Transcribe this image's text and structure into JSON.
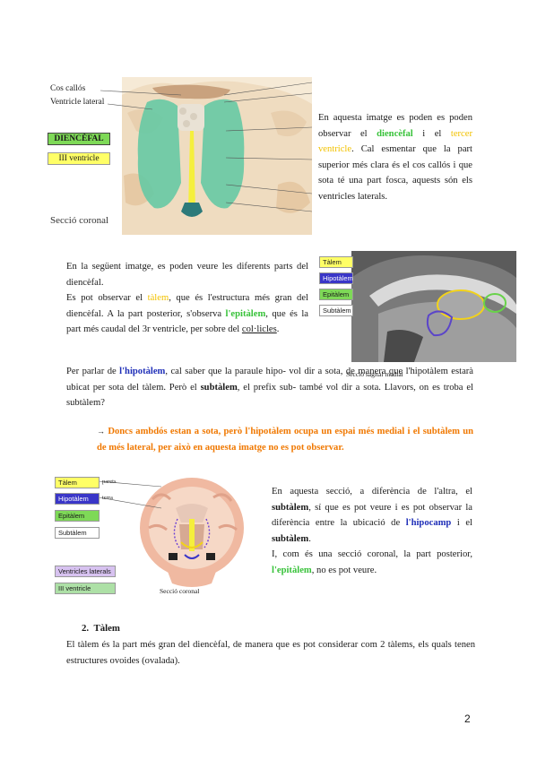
{
  "figure1": {
    "labels": {
      "cos_callos": "Cos callós",
      "ventricle_lateral": "Ventricle lateral",
      "diencefal": "DIENCÈFAL",
      "iii_ventricle": "III ventricle",
      "caption": "Secció coronal"
    },
    "colors": {
      "diencefal_box": "#7ed957",
      "ventricle_box": "#ffff66"
    }
  },
  "para1": {
    "t1": "En aquesta imatge es poden es poden observar el ",
    "diencefal": "diencèfal",
    "t2": " i el ",
    "tercer": "tercer ventricle",
    "t3": ". Cal esmentar que la part superior més clara és el cos callós i que sota té una part fosca, aquests són els ventricles laterals."
  },
  "figure2": {
    "tags": {
      "talem": "Tàlem",
      "hipotalem": "Hipotàlem",
      "epitalem": "Epitàlem",
      "subtalem": "Subtàlem"
    },
    "caption": "Secció sagital medial"
  },
  "para2": {
    "l1": "En la següent imatge, es poden veure les diferents parts del diencèfal.",
    "t1": "Es pot observar el ",
    "talem": "tàlem",
    "t2": ", que és l'estructura més gran del diencèfal. A la part posterior, s'observa ",
    "epitalem": "l'epitàlem",
    "t3": ", que és la part més caudal del 3r ventricle, per sobre del ",
    "colicles": "col·licles",
    "t4": "."
  },
  "para3": {
    "t1": "Per parlar de ",
    "hipotalem": "l'hipotàlem",
    "t2": ", cal saber que la paraule hipo- vol dir a sota, de manera que l'hipotàlem estarà ubicat per sota del tàlem. Però el ",
    "subtalem": "subtàlem",
    "t3": ", el prefix sub- també vol dir a sota. Llavors, on es troba el subtàlem?"
  },
  "answer": {
    "arrow": "→",
    "text": "Doncs ambdós estan a sota, però l'hipotàlem ocupa un espai més medial i el subtàlem un de més lateral, per això en aquesta imatge no es pot observar."
  },
  "figure3": {
    "tags": {
      "talem": "Tàlem",
      "hipotalem": "Hipotàlem",
      "epitalem": "Epitàlem",
      "subtalem": "Subtàlem",
      "ventricles": "Ventricles laterals",
      "iii": "III ventricle"
    },
    "side1": "parets",
    "side2": "terra",
    "caption": "Secció coronal"
  },
  "para4": {
    "t1": "En aquesta secció, a diferència de l'altra, el ",
    "subtalem": "subtàlem",
    "t2": ", sí que es pot veure i es pot observar la diferència entre la ubicació de ",
    "hipocamp": "l'hipocamp",
    "t3": " i el ",
    "subtalem2": "subtàlem",
    "t4": ".",
    "t5": "I, com és una secció coronal, la part posterior, ",
    "epitalem": "l'epitàlem",
    "t6": ", no es pot veure."
  },
  "section2": {
    "number": "2.",
    "title": "Tàlem",
    "text": "El tàlem és la part més gran del diencèfal, de manera que es pot considerar com 2 tàlems, els quals tenen estructures ovoides (ovalada)."
  },
  "page_number": "2"
}
